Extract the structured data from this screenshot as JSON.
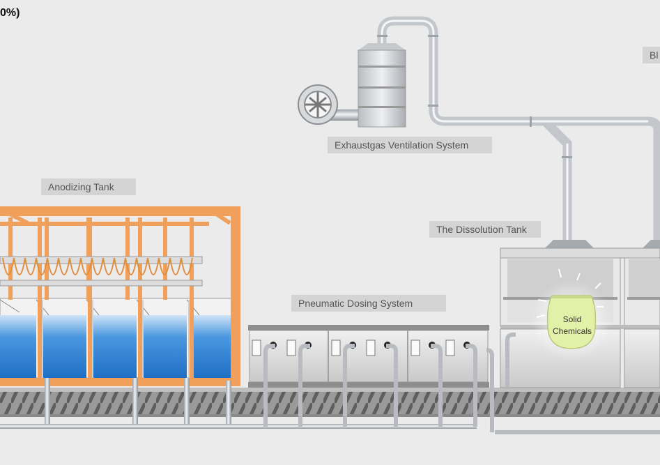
{
  "corner_text": "0%)",
  "labels": {
    "exhaust": "Exhaustgas Ventilation System",
    "anodizing": "Anodizing Tank",
    "dissolution": "The Dissolution Tank",
    "pneumatic": "Pneumatic Dosing System",
    "cutoff_right": "Bl"
  },
  "bag": {
    "line1": "Solid",
    "line2": "Chemicals"
  },
  "colors": {
    "background": "#ebebec",
    "frame_orange": "#f0a05a",
    "water_blue": "#3a86d6",
    "bag_green": "#e3f0a8",
    "label_bg": "#d4d4d4",
    "pipe": "#c8ccd0"
  }
}
